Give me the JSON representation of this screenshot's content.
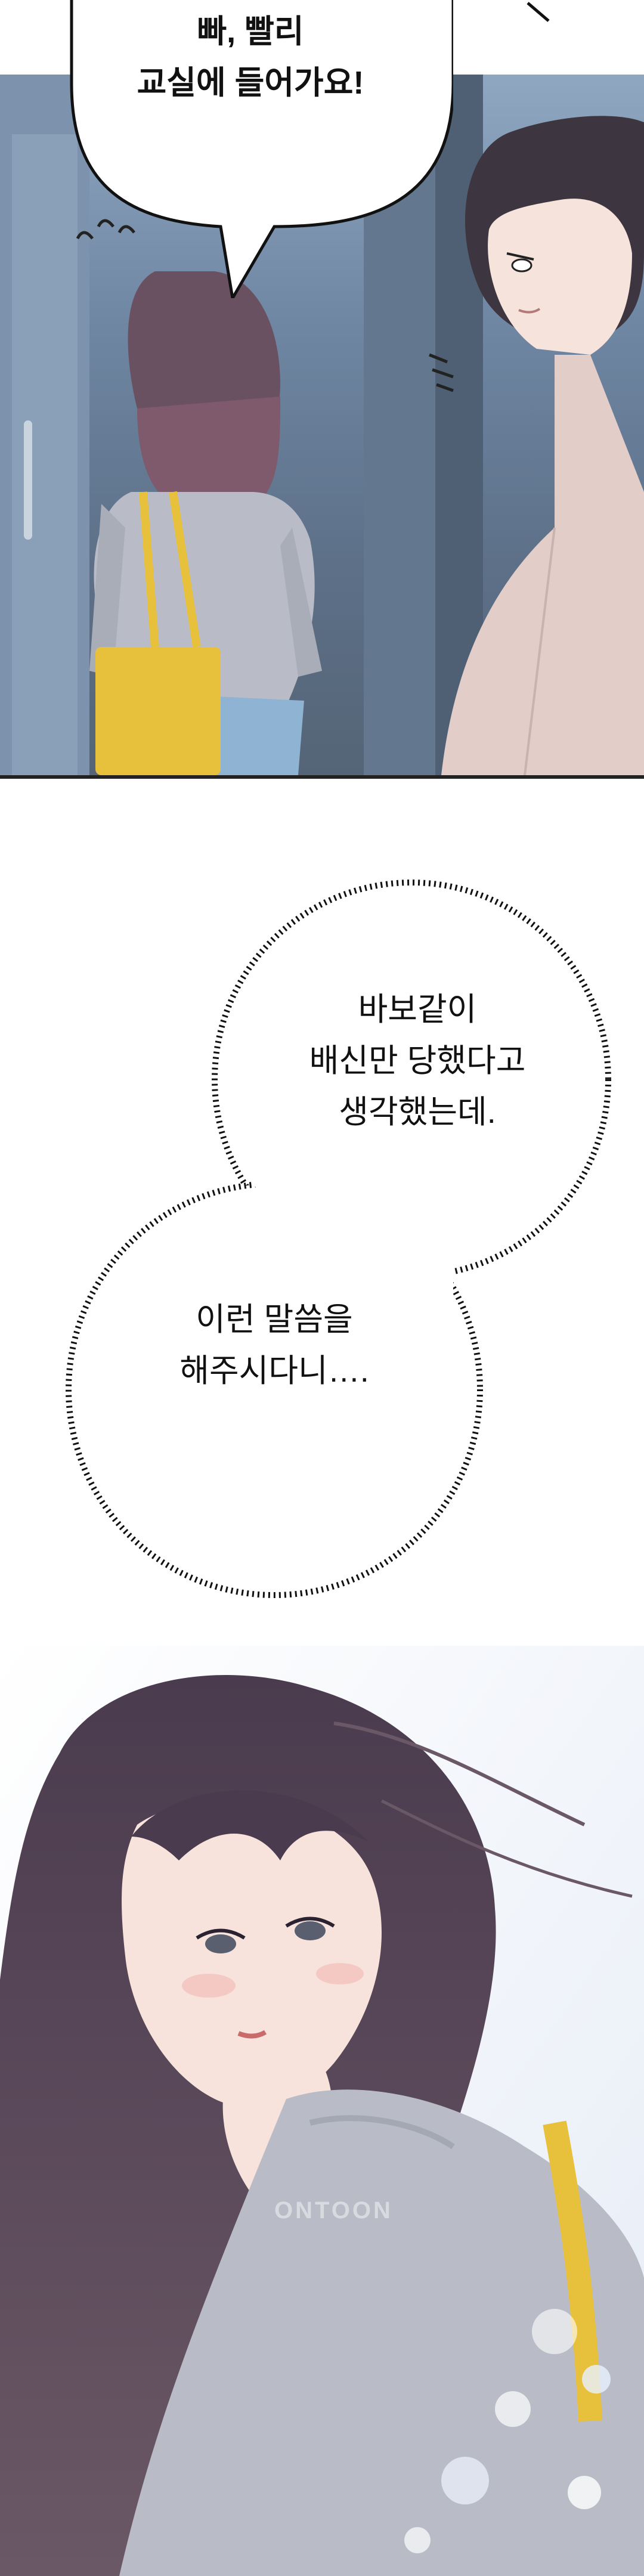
{
  "panel_top": {
    "speech": [
      "빠, 빨리",
      "교실에 들어가요!"
    ]
  },
  "burst_bubble": {
    "lines_a": [
      "바보같이",
      "배신만 당했다고",
      "생각했는데."
    ],
    "lines_b": [
      "이런 말씀을",
      "해주시다니…."
    ]
  },
  "watermark": "ONTOON",
  "colors": {
    "hair": "#5a4a5c",
    "sweater": "#b9bcc6",
    "bag": "#e8c13c",
    "jeans": "#8fb3d3",
    "background_wall": "#6f87a3"
  }
}
